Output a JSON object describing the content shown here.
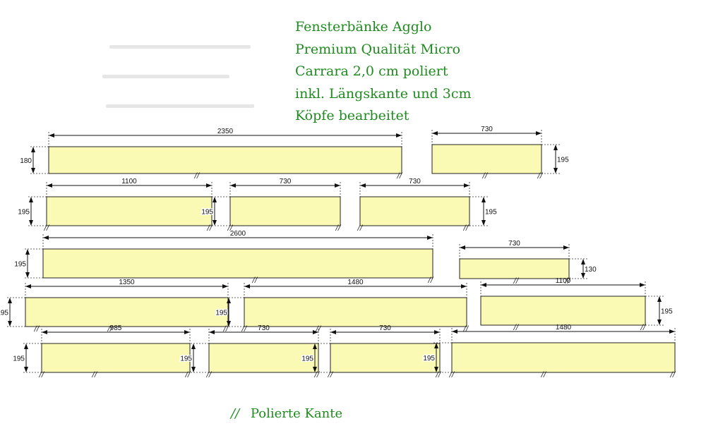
{
  "header": {
    "line1": "Fensterbänke Agglo",
    "line2": "Premium Qualität Micro",
    "line3": "Carrara 2,0 cm poliert",
    "line4": "inkl. Längskante und 3cm",
    "line5": "Köpfe bearbeitet"
  },
  "colors": {
    "slab_fill": "#fafab4",
    "slab_stroke": "#222222",
    "text_green": "#1f8a1f",
    "polished_mark": "#2ca02c"
  },
  "pieces": [
    {
      "length": "2350",
      "depth": "180"
    },
    {
      "length": "730",
      "depth": "195"
    },
    {
      "length": "1100",
      "depth": "195"
    },
    {
      "length": "730",
      "depth": "195"
    },
    {
      "length": "730",
      "depth": "195"
    },
    {
      "length": "2600",
      "depth": "195"
    },
    {
      "length": "730",
      "depth": "130"
    },
    {
      "length": "1350",
      "depth": "195"
    },
    {
      "length": "1480",
      "depth": "195"
    },
    {
      "length": "1100",
      "depth": "195"
    },
    {
      "length": "985",
      "depth": "195"
    },
    {
      "length": "730",
      "depth": "195"
    },
    {
      "length": "730",
      "depth": "195"
    },
    {
      "length": "1480",
      "depth": "195"
    }
  ],
  "legend": {
    "symbol": "//",
    "label": "Polierte Kante"
  }
}
